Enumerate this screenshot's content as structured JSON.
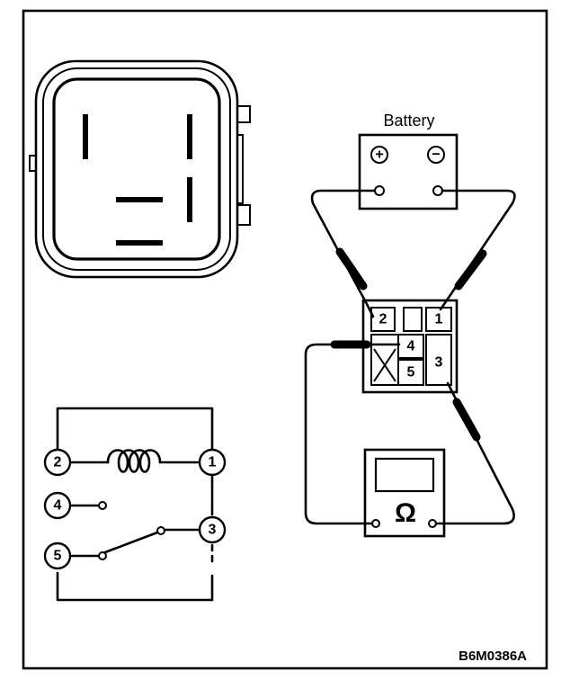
{
  "figure_code": "B6M0386A",
  "battery": {
    "label": "Battery",
    "positive_symbol": "+",
    "negative_symbol": "−"
  },
  "meter": {
    "symbol": "Ω"
  },
  "relay_socket": {
    "terminals": [
      "2",
      "1",
      "4",
      "5",
      "3"
    ]
  },
  "schematic": {
    "terminals": [
      "2",
      "1",
      "4",
      "3",
      "5"
    ]
  }
}
